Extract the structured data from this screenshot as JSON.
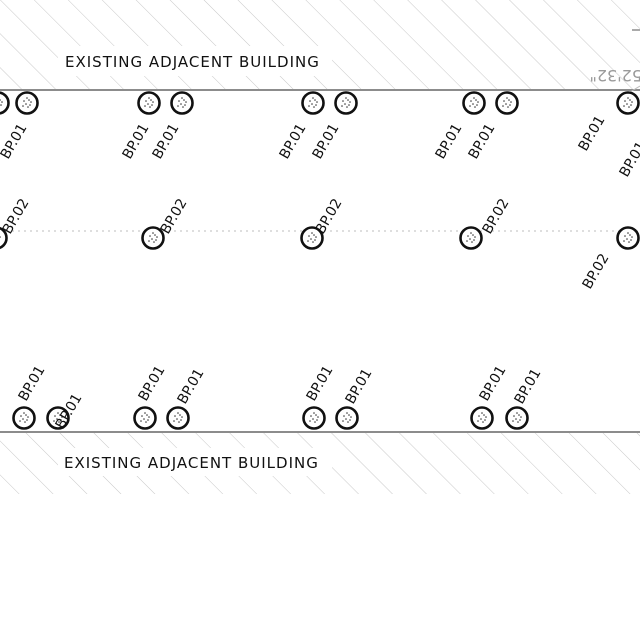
{
  "drawing": {
    "buildings": {
      "top_label": "EXISTING ADJACENT BUILDING",
      "bottom_label": "EXISTING ADJACENT BUILDING"
    },
    "dimension_text": "52'32\"",
    "pile_types": {
      "bp01": "BP.01",
      "bp02": "BP.02"
    },
    "colors": {
      "line": "#111111",
      "hatch": "#c8c8c8",
      "wall": "#8c8c8c",
      "centerline": "#bdbdbd"
    }
  }
}
